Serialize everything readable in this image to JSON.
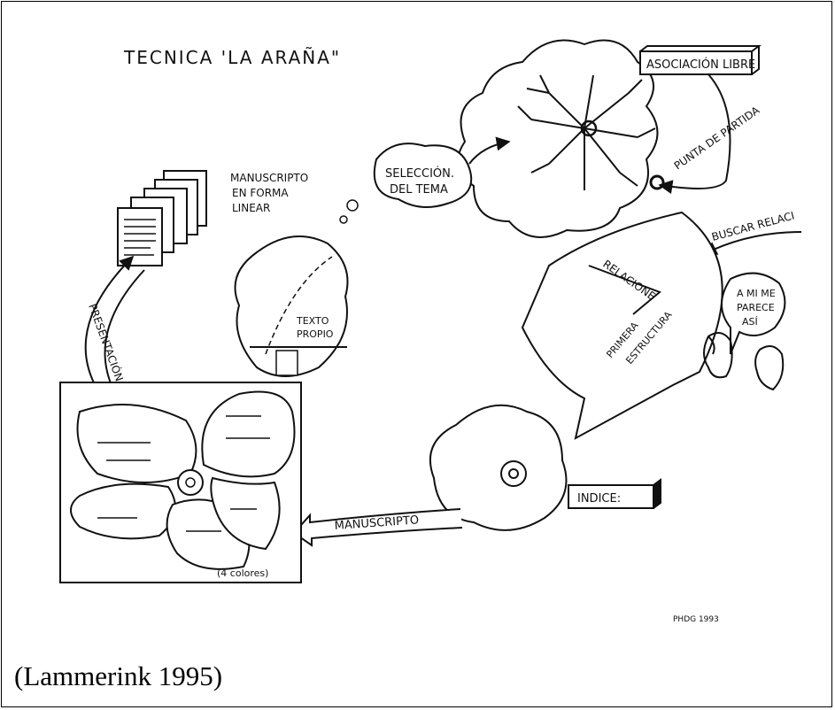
{
  "title": "TECNICA 'LA ARAÑA\"",
  "labels": {
    "asociacion": "ASOCIACIÓN LIBRE",
    "punta": "PUNTA DE PARTIDA",
    "seleccion_1": "SELECCIÓN.",
    "seleccion_2": "DEL TEMA",
    "manuscrito_linear_1": "MANUSCRIPTO",
    "manuscrito_linear_2": "EN FORMA",
    "manuscrito_linear_3": "LINEAR",
    "texto_1": "TEXTO",
    "texto_2": "PROPIO",
    "buscar": "BUSCAR RELACI",
    "relacione": "RELACIONE",
    "primera_1": "PRIMERA",
    "primera_2": "ESTRUCTURA",
    "a_mi_1": "A MI ME",
    "a_mi_2": "PARECE",
    "a_mi_3": "ASÍ",
    "presentacion": "PRESENTACIÓN",
    "indice": "INDICE:",
    "manuscrito": "MANUSCRIPTO",
    "colores": "(4 colores)",
    "firma": "PHDG 1993"
  },
  "caption": "(Lammerink 1995)"
}
